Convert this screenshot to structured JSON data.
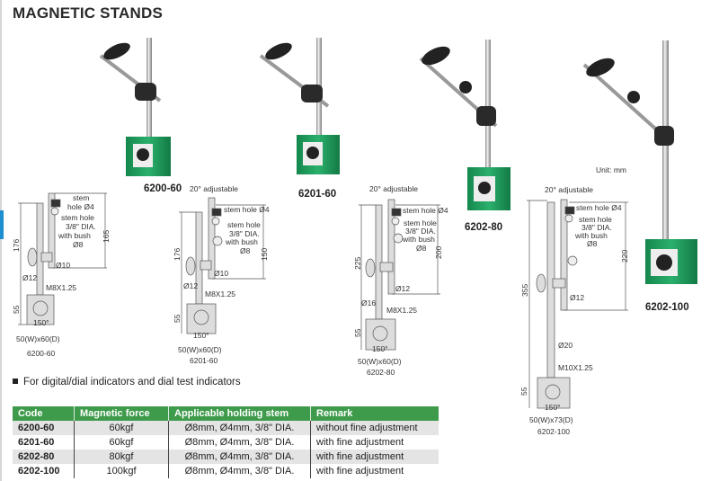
{
  "title": "MAGNETIC STANDS",
  "unit": "Unit: mm",
  "products": [
    {
      "model": "6200-60"
    },
    {
      "model": "6201-60"
    },
    {
      "model": "6202-80"
    },
    {
      "model": "6202-100"
    }
  ],
  "diagrams": [
    {
      "stem": "stem",
      "hole4": "hole Ø4",
      "stem_hole": "stem  hole",
      "dia": "3/8\" DIA.",
      "with_bush": "with bush",
      "d8": "Ø8",
      "h_upper": "165",
      "h_total": "176",
      "d_clamp": "Ø10",
      "d_rod": "Ø12",
      "thread": "M8X1.25",
      "h_base": "55",
      "angle": "150°",
      "base_size": "50(W)x60(D)",
      "model": "6200-60"
    },
    {
      "adjustable": "20° adjustable",
      "stem_hole4": "stem hole Ø4",
      "stem_hole": "stem  hole",
      "dia": "3/8\" DIA.",
      "with_bush": "with bush",
      "d8": "Ø8",
      "h_upper": "150",
      "h_total": "176",
      "d_clamp": "Ø10",
      "d_rod": "Ø12",
      "thread": "M8X1.25",
      "h_base": "55",
      "angle": "150°",
      "base_size": "50(W)x60(D)",
      "model": "6201-60"
    },
    {
      "adjustable": "20° adjustable",
      "stem_hole4": "stem hole Ø4",
      "stem_hole": "stem  hole",
      "dia": "3/8\" DIA.",
      "with_bush": "with bush",
      "d8": "Ø8",
      "h_upper": "200",
      "h_total": "225",
      "d_rod": "Ø12",
      "d_lower": "Ø16",
      "thread": "M8X1.25",
      "h_base": "55",
      "angle": "150°",
      "base_size": "50(W)x60(D)",
      "model": "6202-80"
    },
    {
      "adjustable": "20° adjustable",
      "stem_hole4": "stem hole Ø4",
      "stem_hole": "stem  hole",
      "dia": "3/8\" DIA.",
      "with_bush": "with bush",
      "d8": "Ø8",
      "h_upper": "220",
      "h_total": "355",
      "d_rod": "Ø12",
      "d_lower": "Ø20",
      "thread": "M10X1.25",
      "h_base": "55",
      "angle": "150°",
      "base_size": "50(W)x73(D)",
      "model": "6202-100"
    }
  ],
  "note": "For digital/dial indicators and dial test indicators",
  "table": {
    "headers": [
      "Code",
      "Magnetic force",
      "Applicable holding stem",
      "Remark"
    ],
    "rows": [
      [
        "6200-60",
        "60kgf",
        "Ø8mm, Ø4mm, 3/8\" DIA.",
        "without fine adjustment"
      ],
      [
        "6201-60",
        "60kgf",
        "Ø8mm, Ø4mm, 3/8\" DIA.",
        "with fine adjustment"
      ],
      [
        "6202-80",
        "80kgf",
        "Ø8mm, Ø4mm, 3/8\" DIA.",
        "with fine adjustment"
      ],
      [
        "6202-100",
        "100kgf",
        "Ø8mm, Ø4mm, 3/8\" DIA.",
        "with fine adjustment"
      ]
    ]
  },
  "colors": {
    "accent_green": "#3f9b4c",
    "base_green": "#1f9a5c",
    "side_blue": "#1d8fd0"
  }
}
